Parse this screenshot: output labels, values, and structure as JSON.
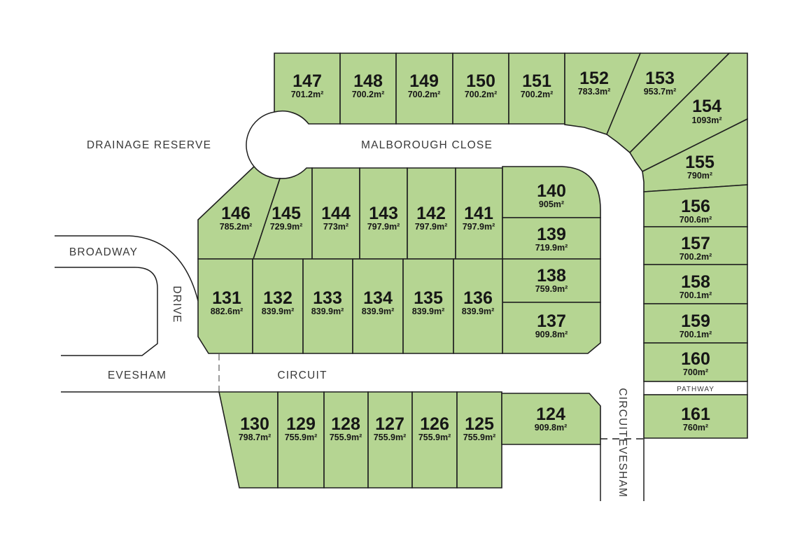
{
  "colors": {
    "lot_fill": "#b5d592",
    "line": "#1f1f1f",
    "ink": "#161616",
    "road_ink": "#383838"
  },
  "streets": {
    "malborough_close": "MALBOROUGH CLOSE",
    "drainage_reserve": "DRAINAGE RESERVE",
    "broadway": "BROADWAY",
    "drive": "DRIVE",
    "evesham_west": "EVESHAM",
    "circuit_west": "CIRCUIT",
    "circuit_east": "CIRCUIT",
    "evesham_east": "EVESHAM",
    "pathway": "PATHWAY"
  },
  "lots": {
    "124": {
      "num": "124",
      "area": "909.8m²"
    },
    "125": {
      "num": "125",
      "area": "755.9m²"
    },
    "126": {
      "num": "126",
      "area": "755.9m²"
    },
    "127": {
      "num": "127",
      "area": "755.9m²"
    },
    "128": {
      "num": "128",
      "area": "755.9m²"
    },
    "129": {
      "num": "129",
      "area": "755.9m²"
    },
    "130": {
      "num": "130",
      "area": "798.7m²"
    },
    "131": {
      "num": "131",
      "area": "882.6m²"
    },
    "132": {
      "num": "132",
      "area": "839.9m²"
    },
    "133": {
      "num": "133",
      "area": "839.9m²"
    },
    "134": {
      "num": "134",
      "area": "839.9m²"
    },
    "135": {
      "num": "135",
      "area": "839.9m²"
    },
    "136": {
      "num": "136",
      "area": "839.9m²"
    },
    "137": {
      "num": "137",
      "area": "909.8m²"
    },
    "138": {
      "num": "138",
      "area": "759.9m²"
    },
    "139": {
      "num": "139",
      "area": "719.9m²"
    },
    "140": {
      "num": "140",
      "area": "905m²"
    },
    "141": {
      "num": "141",
      "area": "797.9m²"
    },
    "142": {
      "num": "142",
      "area": "797.9m²"
    },
    "143": {
      "num": "143",
      "area": "797.9m²"
    },
    "144": {
      "num": "144",
      "area": "773m²"
    },
    "145": {
      "num": "145",
      "area": "729.9m²"
    },
    "146": {
      "num": "146",
      "area": "785.2m²"
    },
    "147": {
      "num": "147",
      "area": "701.2m²"
    },
    "148": {
      "num": "148",
      "area": "700.2m²"
    },
    "149": {
      "num": "149",
      "area": "700.2m²"
    },
    "150": {
      "num": "150",
      "area": "700.2m²"
    },
    "151": {
      "num": "151",
      "area": "700.2m²"
    },
    "152": {
      "num": "152",
      "area": "783.3m²"
    },
    "153": {
      "num": "153",
      "area": "953.7m²"
    },
    "154": {
      "num": "154",
      "area": "1093m²"
    },
    "155": {
      "num": "155",
      "area": "790m²"
    },
    "156": {
      "num": "156",
      "area": "700.6m²"
    },
    "157": {
      "num": "157",
      "area": "700.2m²"
    },
    "158": {
      "num": "158",
      "area": "700.1m²"
    },
    "159": {
      "num": "159",
      "area": "700.1m²"
    },
    "160": {
      "num": "160",
      "area": "700m²"
    },
    "161": {
      "num": "161",
      "area": "760m²"
    }
  }
}
